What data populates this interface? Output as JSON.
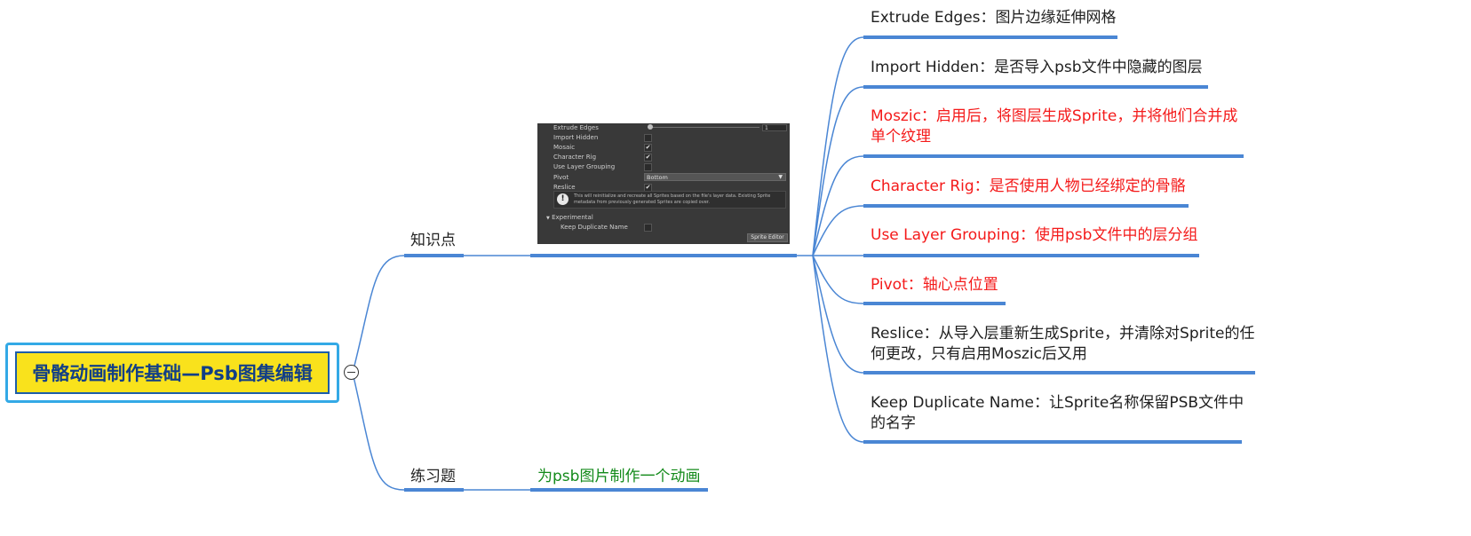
{
  "root": {
    "title": "骨骼动画制作基础—Psb图集编辑"
  },
  "branches": {
    "knowledge": {
      "label": "知识点"
    },
    "exercise": {
      "label": "练习题",
      "item": "为psb图片制作一个动画"
    }
  },
  "leaves": [
    {
      "text_line1": "Extrude Edges：图片边缘延伸网格",
      "text_line2": "",
      "color": "#1f1f1f"
    },
    {
      "text_line1": "Import Hidden：是否导入psb文件中隐藏的图层",
      "text_line2": "",
      "color": "#1f1f1f"
    },
    {
      "text_line1": "Moszic：启用后，将图层生成Sprite，并将他们合并成",
      "text_line2": "单个纹理",
      "color": "#f41a1a"
    },
    {
      "text_line1": "Character Rig：是否使用人物已经绑定的骨骼",
      "text_line2": "",
      "color": "#f41a1a"
    },
    {
      "text_line1": "Use Layer Grouping：使用psb文件中的层分组",
      "text_line2": "",
      "color": "#f41a1a"
    },
    {
      "text_line1": "Pivot：轴心点位置",
      "text_line2": "",
      "color": "#f41a1a"
    },
    {
      "text_line1": "Reslice：从导入层重新生成Sprite，并清除对Sprite的任",
      "text_line2": "何更改，只有启用Moszic后又用",
      "color": "#1f1f1f"
    },
    {
      "text_line1": "Keep Duplicate Name：让Sprite名称保留PSB文件中",
      "text_line2": "的名字",
      "color": "#1f1f1f"
    }
  ],
  "inspector": {
    "rows": [
      {
        "label": "Extrude Edges",
        "control": "slider",
        "value": "1"
      },
      {
        "label": "Import Hidden",
        "control": "checkbox",
        "checked": false
      },
      {
        "label": "Mosaic",
        "control": "checkbox",
        "checked": true
      },
      {
        "label": "Character Rig",
        "control": "checkbox",
        "checked": true
      },
      {
        "label": "Use Layer Grouping",
        "control": "checkbox",
        "checked": false
      },
      {
        "label": "Pivot",
        "control": "dropdown",
        "value": "Bottom"
      },
      {
        "label": "Reslice",
        "control": "checkbox",
        "checked": true
      }
    ],
    "info_icon": "!",
    "info_text": "This will reinitialize and recreate all Sprites based on the file's layer data. Existing Sprite metadata from previously generated Sprites are copied over.",
    "section_label": "Experimental",
    "section_arrow": "▼",
    "keep_duplicate_label": "Keep Duplicate Name",
    "check_mark": "✔",
    "dropdown_arrow": "▼",
    "button_label": "Sprite Editor"
  },
  "colors": {
    "edge": "#4a86d4",
    "root_fill": "#f9e21c",
    "root_border": "#33a9e6",
    "root_text": "#123f86",
    "exercise_item": "#138a1a"
  }
}
